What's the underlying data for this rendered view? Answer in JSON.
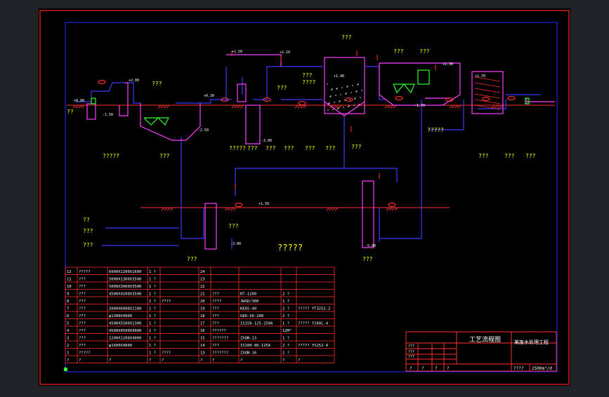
{
  "colors": {
    "background": "#000000",
    "outer_frame": "#ff2020",
    "inner_frame": "#2a2aff",
    "pipe_blue": "#3a3aff",
    "structure_magenta": "#ff40ff",
    "ground_red": "#ff3030",
    "label_yellow": "#ffff00",
    "equipment_green": "#30ff30",
    "table_line": "#ff3030"
  },
  "diagram": {
    "top_labels": [
      "???",
      "???",
      "???",
      "???",
      "???",
      "???",
      "???"
    ],
    "unit_labels": [
      "?????",
      "???",
      "?????",
      "???",
      "???",
      "???",
      "???",
      "???",
      "???",
      "???",
      "???"
    ],
    "mid_labels": [
      "?????",
      "???",
      "????"
    ],
    "center_title": "?????",
    "left_legend": [
      "??",
      "???",
      "???"
    ],
    "small_left": "??",
    "bottom_labels": [
      "???",
      "???"
    ],
    "elevations": [
      "+2.50",
      "+2.30",
      "+2.00",
      "+1.40",
      "+1.70",
      "+0.00",
      "-1.50",
      "-2.50",
      "-3.00",
      "+2.10",
      "-1.70",
      "+0.30",
      "-5.00",
      "-3.00",
      "+1.50"
    ]
  },
  "table": {
    "rows": [
      {
        "no": "12",
        "name": "?????",
        "spec": "6000X1200X1600",
        "qty": "1 ?",
        "note": "",
        "no2": "24",
        "name2": "",
        "spec2": "",
        "qty2": "",
        "note2": ""
      },
      {
        "no": "11",
        "name": "???",
        "spec": "5000X1300X3500",
        "qty": "1 ?",
        "note": "",
        "no2": "23",
        "name2": "",
        "spec2": "",
        "qty2": "",
        "note2": ""
      },
      {
        "no": "10",
        "name": "???",
        "spec": "5000X3000X3500",
        "qty": "1 ?",
        "note": "",
        "no2": "22",
        "name2": "",
        "spec2": "",
        "qty2": "",
        "note2": ""
      },
      {
        "no": "9",
        "name": "???",
        "spec": "4500X4500X3500",
        "qty": "1 ?",
        "note": "",
        "no2": "21",
        "name2": "???",
        "spec2": "RT-1200",
        "qty2": "2 ?",
        "note2": ""
      },
      {
        "no": "8",
        "name": "???",
        "spec": "",
        "qty": "1 ?",
        "note": "????",
        "no2": "20",
        "name2": "????",
        "spec2": "JWSD/300",
        "qty2": "1 ?",
        "note2": ""
      },
      {
        "no": "7",
        "name": "???",
        "spec": "2000X6000X2100",
        "qty": "1 ?",
        "note": "",
        "no2": "19",
        "name2": "???",
        "spec2": "KE65-40",
        "qty2": "2 ?",
        "note2": "????? YT3252-2"
      },
      {
        "no": "6",
        "name": "???",
        "spec": "φ1300X4000",
        "qty": "1 ?",
        "note": "",
        "no2": "18",
        "name2": "???",
        "spec2": "G80-50-200",
        "qty2": "2 ?",
        "note2": ""
      },
      {
        "no": "5",
        "name": "???",
        "spec": "4500X5500X1300",
        "qty": "1 ?",
        "note": "",
        "no2": "17",
        "name2": "???",
        "spec2": "IS150-125-250A",
        "qty2": "1 ?",
        "note2": "????? Y160L-4"
      },
      {
        "no": "4",
        "name": "???",
        "spec": "4500X4500X4000",
        "qty": "1 ?",
        "note": "",
        "no2": "16",
        "name2": "??????",
        "spec2": "",
        "qty2": "12M³",
        "note2": ""
      },
      {
        "no": "3",
        "name": "???",
        "spec": "1200X1200X4000",
        "qty": "1 ?",
        "note": "",
        "no2": "15",
        "name2": "???????",
        "spec2": "ZXQN-13",
        "qty2": "1 ?",
        "note2": ""
      },
      {
        "no": "2",
        "name": "???",
        "spec": "φ1600X4000",
        "qty": "1 ?",
        "note": "",
        "no2": "14",
        "name2": "???",
        "spec2": "IS100-80-125A",
        "qty2": "2 ?",
        "note2": "????? YS252-4"
      },
      {
        "no": "1",
        "name": "?????",
        "spec": "",
        "qty": "1 ?",
        "note": "????",
        "no2": "13",
        "name2": "???????",
        "spec2": "ZXQN-16",
        "qty2": "2 ?",
        "note2": ""
      }
    ],
    "header": {
      "no": "?",
      "name": "?",
      "spec": "?",
      "qty": "?",
      "note": "?",
      "no2": "?",
      "name2": "?",
      "spec2": "?",
      "qty2": "?",
      "note2": "?"
    }
  },
  "title_block": {
    "drawing_title": "工艺流程图",
    "project": "某废水处理工程",
    "left_cells": [
      "???",
      "???",
      "???"
    ],
    "bottom_cells": [
      "?",
      "?",
      "?",
      "?"
    ],
    "bottom_right": [
      "????",
      "2500m³/d"
    ]
  }
}
